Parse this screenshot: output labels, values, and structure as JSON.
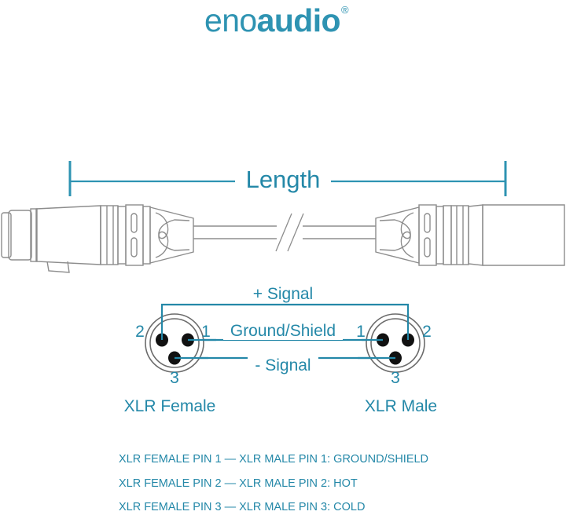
{
  "logo": {
    "part_light": "eno",
    "part_bold": "audio",
    "registered_mark": "®",
    "color": "#2e93b2"
  },
  "dimension": {
    "label": "Length"
  },
  "cable": {
    "break_symbol": "//",
    "outline_color": "#8a8a8a"
  },
  "signals": {
    "plus": "+ Signal",
    "ground": "Ground/Shield",
    "minus": "- Signal",
    "wire_color": "#2488a8"
  },
  "connectors": {
    "female": {
      "name": "XLR Female",
      "pins": [
        {
          "number": "2",
          "position": "upper-left"
        },
        {
          "number": "1",
          "position": "upper-right"
        },
        {
          "number": "3",
          "position": "bottom-center"
        }
      ]
    },
    "male": {
      "name": "XLR Male",
      "pins": [
        {
          "number": "1",
          "position": "upper-left"
        },
        {
          "number": "2",
          "position": "upper-right"
        },
        {
          "number": "3",
          "position": "bottom-center"
        }
      ]
    }
  },
  "legend": {
    "lines": [
      "XLR FEMALE PIN 1 — XLR MALE PIN 1: GROUND/SHIELD",
      "XLR FEMALE PIN 2 — XLR MALE PIN 2: HOT",
      "XLR FEMALE PIN 3 — XLR MALE PIN 3: COLD"
    ]
  },
  "pin_labels": {
    "female_left": "2",
    "female_right": "1",
    "female_bottom": "3",
    "male_left": "1",
    "male_right": "2",
    "male_bottom": "3"
  }
}
